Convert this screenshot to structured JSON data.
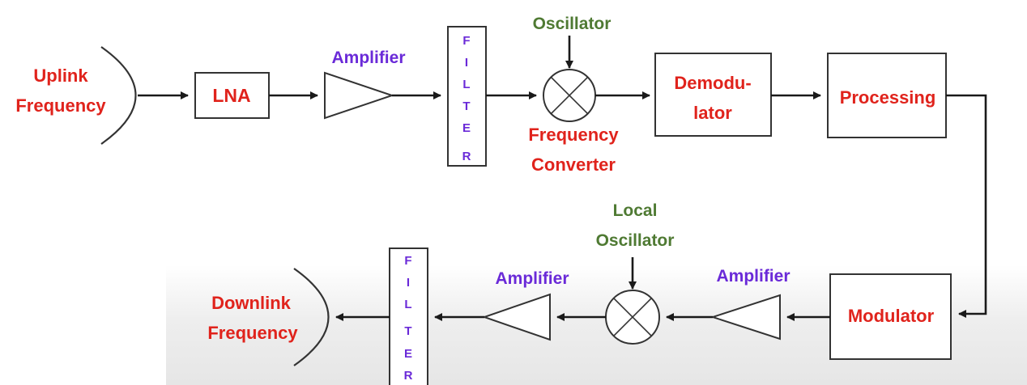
{
  "labels": {
    "uplink_line1": "Uplink",
    "uplink_line2": "Frequency",
    "lna": "LNA",
    "amplifier_top": "Amplifier",
    "filter_top": [
      "F",
      "I",
      "L",
      "T",
      "E",
      "R"
    ],
    "oscillator_top": "Oscillator",
    "freq_conv_line1": "Frequency",
    "freq_conv_line2": "Converter",
    "demod_line1": "Demodu-",
    "demod_line2": "lator",
    "processing": "Processing",
    "modulator": "Modulator",
    "amplifier_right": "Amplifier",
    "local_osc_line1": "Local",
    "local_osc_line2": "Oscillator",
    "amplifier_left": "Amplifier",
    "filter_bottom": [
      "F",
      "I",
      "L",
      "T",
      "E",
      "R"
    ],
    "downlink_line1": "Downlink",
    "downlink_line2": "Frequency"
  },
  "colors": {
    "io_text": "#e0231c",
    "amplifier_text": "#6a2ad8",
    "oscillator_text": "#4f7a33",
    "wire": "#1a1a1a"
  }
}
